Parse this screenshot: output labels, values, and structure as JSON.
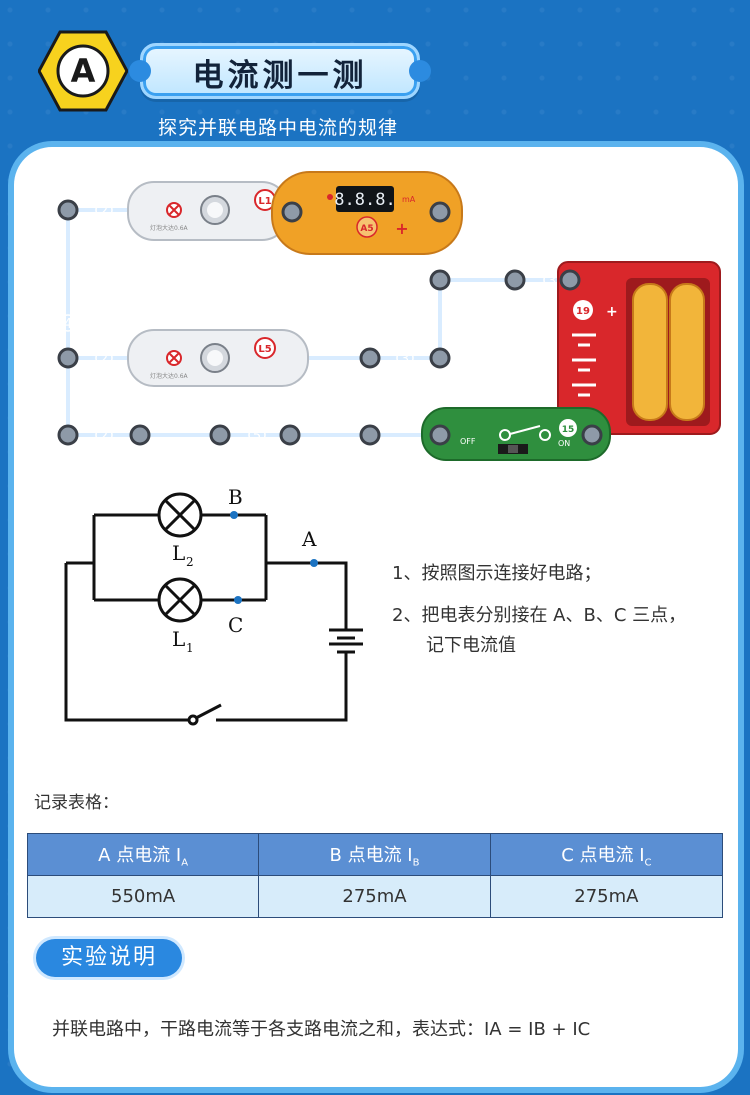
{
  "header": {
    "badge_letter": "A",
    "title": "电流测一测",
    "subtitle": "探究并联电路中电流的规律"
  },
  "kit": {
    "meter": {
      "display": "8.8.8.",
      "unit": "mA",
      "id": "A5",
      "plus": "+"
    },
    "lamp_top": {
      "id": "L1",
      "note": "灯泡大达0.6A"
    },
    "lamp_bottom": {
      "id": "L5",
      "note": "灯泡大达0.6A"
    },
    "battery": {
      "id": "19",
      "plus": "+"
    },
    "switch": {
      "id": "15",
      "off": "OFF",
      "on": "ON"
    },
    "wire_numbers": [
      "2",
      "2",
      "2",
      "3",
      "3",
      "4",
      "5"
    ]
  },
  "schematic": {
    "labels": {
      "a": "A",
      "b": "B",
      "c": "C",
      "l2": "L",
      "l2_sub": "2",
      "l1": "L",
      "l1_sub": "1"
    }
  },
  "steps": {
    "step1": "1、按照图示连接好电路；",
    "step2": "2、把电表分别接在 A、B、C 三点，",
    "step2_cont": "记下电流值"
  },
  "record": {
    "label": "记录表格：",
    "headers": [
      {
        "text": "A 点电流 I",
        "sub": "A"
      },
      {
        "text": "B 点电流 I",
        "sub": "B"
      },
      {
        "text": "C 点电流 I",
        "sub": "C"
      }
    ],
    "values": [
      "550mA",
      "275mA",
      "275mA"
    ]
  },
  "explain": {
    "pill": "实验说明",
    "conclusion": "并联电路中，干路电流等于各支路电流之和，表达式：IA = IB + IC"
  },
  "colors": {
    "background": "#1b73c2",
    "badge": "#f7d21e",
    "wire": "#2357b8",
    "meter": "#f0a126",
    "battery": "#d9272b",
    "switch": "#2f8f3e",
    "table_header": "#5b8fd3",
    "table_row": "#d7ecfa"
  }
}
